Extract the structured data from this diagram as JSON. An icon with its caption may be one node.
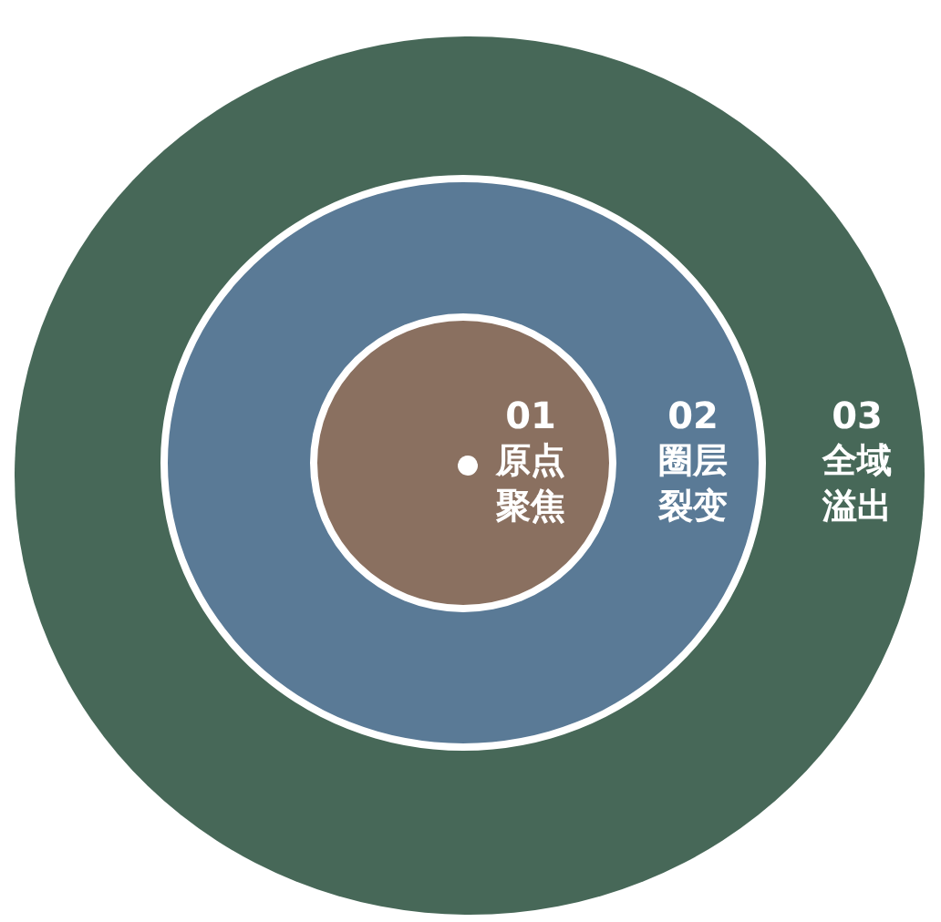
{
  "diagram": {
    "nodes": [
      {
        "text": [
          "03",
          "全域溢出"
        ]
      },
      {
        "text": [
          "02",
          "圈层裂变"
        ],
        "in": 0
      },
      {
        "text": [
          "01",
          "原点聚焦"
        ],
        "in": 1
      }
    ]
  }
}
